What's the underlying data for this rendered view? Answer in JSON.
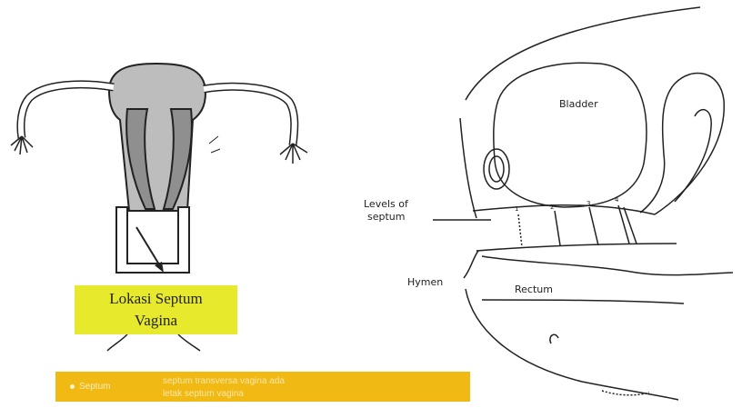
{
  "left_figure": {
    "caption_line1": "Lokasi Septum",
    "caption_line2": "Vagina"
  },
  "right_figure": {
    "bladder": "Bladder",
    "levels_line1": "Levels of",
    "levels_line2": "septum",
    "hymen": "Hymen",
    "rectum": "Rectum",
    "level_numbers": [
      "1",
      "2",
      "3",
      "4"
    ]
  },
  "banner": {
    "lead": "Septum",
    "line1": "septum transversa vagina ada",
    "line2": "letak septum vagina"
  },
  "colors": {
    "caption_bg": "#e7ea2c",
    "banner_bg": "#f1b914",
    "tube_fill": "#b8b8b8"
  }
}
